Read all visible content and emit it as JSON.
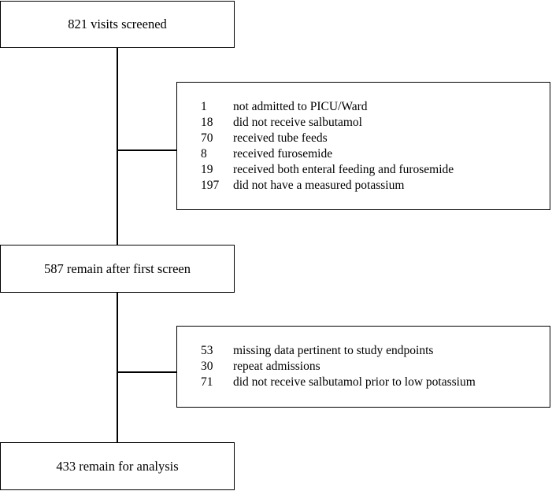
{
  "boxes": {
    "screened": "821 visits screened",
    "after_first": "587 remain after first screen",
    "final": "433 remain for analysis"
  },
  "exclusions_first": [
    {
      "count": "1",
      "reason": "not admitted to PICU/Ward"
    },
    {
      "count": "18",
      "reason": "did not receive salbutamol"
    },
    {
      "count": "70",
      "reason": "received tube feeds"
    },
    {
      "count": "8",
      "reason": "received furosemide"
    },
    {
      "count": "19",
      "reason": "received both enteral feeding and furosemide"
    },
    {
      "count": "197",
      "reason": "did not have a measured potassium"
    }
  ],
  "exclusions_second": [
    {
      "count": "53",
      "reason": "missing data pertinent to study endpoints"
    },
    {
      "count": "30",
      "reason": "repeat admissions"
    },
    {
      "count": "71",
      "reason": "did not receive salbutamol prior to low potassium"
    }
  ]
}
